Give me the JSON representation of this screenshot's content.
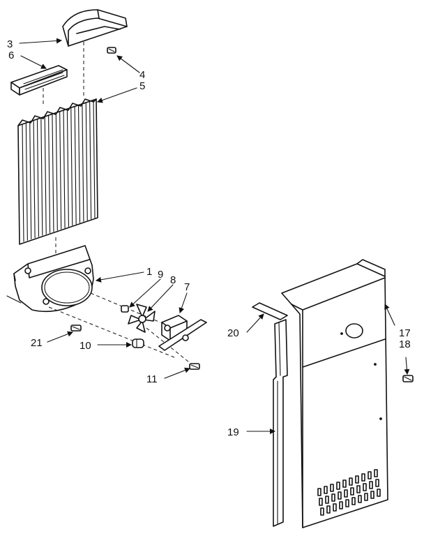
{
  "callouts": {
    "n1": "1",
    "n3": "3",
    "n4": "4",
    "n5": "5",
    "n6": "6",
    "n7": "7",
    "n8": "8",
    "n9": "9",
    "n10": "10",
    "n11": "11",
    "n17": "17",
    "n18": "18",
    "n19": "19",
    "n20": "20",
    "n21": "21"
  }
}
